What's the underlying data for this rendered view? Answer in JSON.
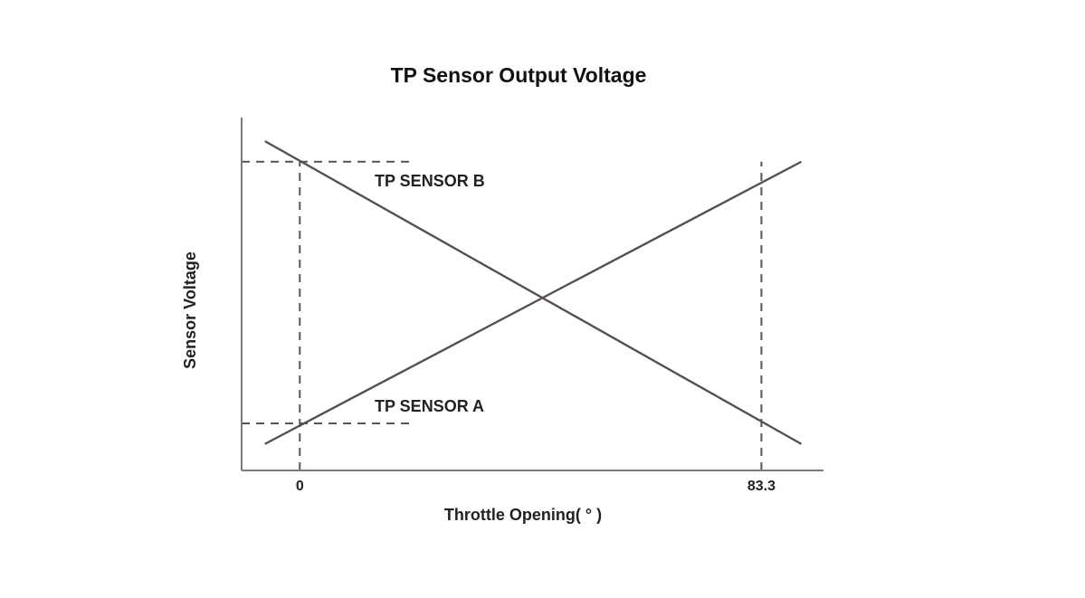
{
  "chart_data": {
    "type": "line",
    "title": "TP Sensor Output Voltage",
    "xlabel": "Throttle Opening( ° )",
    "ylabel": "Sensor Voltage",
    "x_ticks": [
      {
        "value": 0,
        "label": "0"
      },
      {
        "value": 83.3,
        "label": "83.3"
      }
    ],
    "xlim": [
      -10.5,
      94.5
    ],
    "ylim": [
      0,
      1.2
    ],
    "grid": false,
    "legend": "none",
    "series": [
      {
        "name": "TP SENSOR B",
        "label": "TP SENSOR B",
        "x": [
          -6.3,
          90.5
        ],
        "y": [
          1.12,
          0.09
        ]
      },
      {
        "name": "TP SENSOR A",
        "label": "TP SENSOR A",
        "x": [
          -6.3,
          90.5
        ],
        "y": [
          0.09,
          1.05
        ]
      }
    ],
    "reference_lines": [
      {
        "kind": "vertical",
        "x": 0,
        "y_range": [
          0,
          1.05
        ]
      },
      {
        "kind": "vertical",
        "x": 83.3,
        "y_range": [
          0,
          1.05
        ]
      },
      {
        "kind": "horizontal",
        "y": 1.05,
        "x_range": [
          -10.5,
          20
        ]
      },
      {
        "kind": "horizontal",
        "y": 0.16,
        "x_range": [
          -10.5,
          20
        ]
      }
    ],
    "colors": {
      "line": "#5a4e4e",
      "axis": "#7a7a7a",
      "dashed": "#555555",
      "text": "#222222"
    }
  }
}
